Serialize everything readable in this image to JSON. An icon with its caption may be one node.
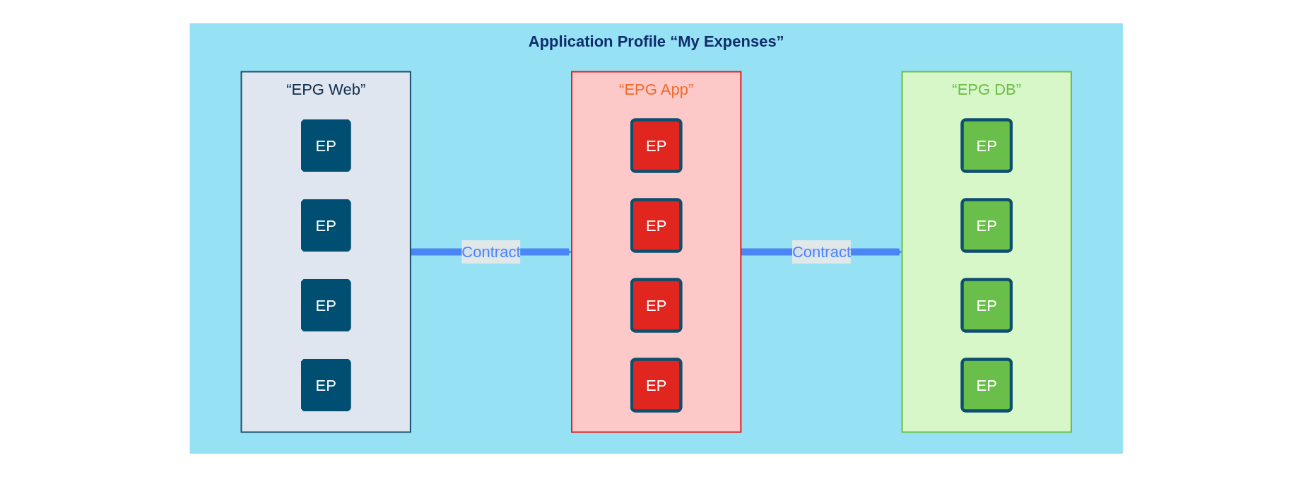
{
  "diagram": {
    "nodes": [
      {
        "text": [
          "Application Profile “My Expenses”"
        ]
      },
      {
        "text": [
          "“EPG Web”"
        ],
        "in": 0
      },
      {
        "text": [
          "EP"
        ],
        "in": 1
      },
      {
        "text": [
          "EP"
        ],
        "in": 1
      },
      {
        "text": [
          "EP"
        ],
        "in": 1
      },
      {
        "text": [
          "EP"
        ],
        "in": 1
      },
      {
        "text": [
          "“EPG App”"
        ],
        "in": 0
      },
      {
        "text": [
          "EP"
        ],
        "in": 6
      },
      {
        "text": [
          "EP"
        ],
        "in": 6
      },
      {
        "text": [
          "EP"
        ],
        "in": 6
      },
      {
        "text": [
          "EP"
        ],
        "in": 6
      },
      {
        "text": [
          "“EPG DB”"
        ],
        "in": 0
      },
      {
        "text": [
          "EP"
        ],
        "in": 11
      },
      {
        "text": [
          "EP"
        ],
        "in": 11
      },
      {
        "text": [
          "EP"
        ],
        "in": 11
      },
      {
        "text": [
          "EP"
        ],
        "in": 11
      }
    ],
    "edges": [
      {
        "from": 1,
        "to": 6,
        "arrow": "to",
        "label": "Contract",
        "color": "#4a86f7"
      },
      {
        "from": 6,
        "to": 11,
        "arrow": "to",
        "label": "Contract",
        "color": "#4a86f7"
      }
    ]
  }
}
